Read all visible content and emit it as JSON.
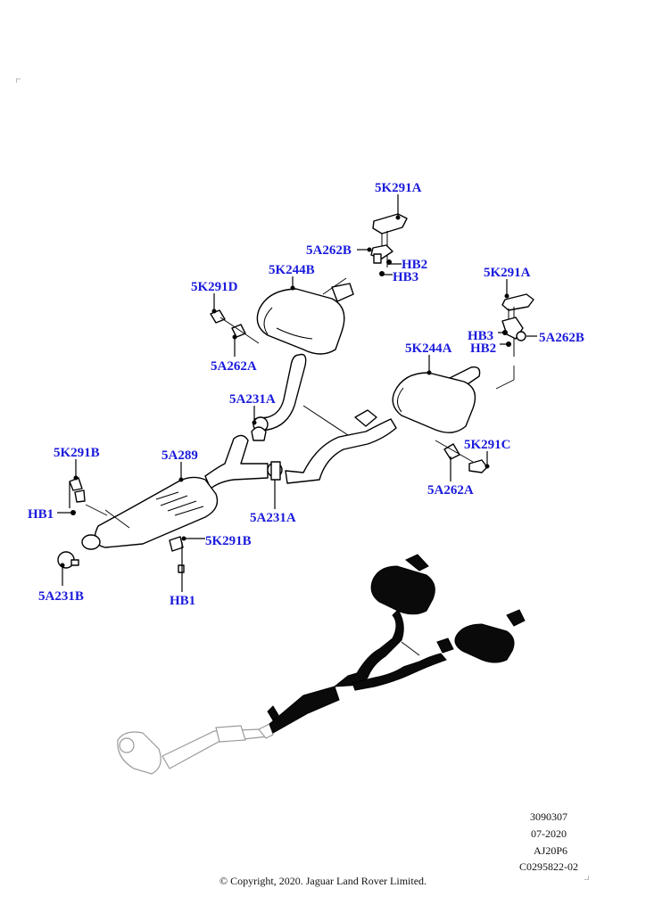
{
  "diagram": {
    "title": "Exhaust System",
    "callouts": [
      {
        "id": "c1",
        "label": "5K291A"
      },
      {
        "id": "c2",
        "label": "5A262B"
      },
      {
        "id": "c3",
        "label": "HB2"
      },
      {
        "id": "c4",
        "label": "HB3"
      },
      {
        "id": "c5",
        "label": "5K244B"
      },
      {
        "id": "c6",
        "label": "5K291D"
      },
      {
        "id": "c7",
        "label": "5A262A"
      },
      {
        "id": "c8",
        "label": "5K291A"
      },
      {
        "id": "c9",
        "label": "HB3"
      },
      {
        "id": "c10",
        "label": "HB2"
      },
      {
        "id": "c11",
        "label": "5A262B"
      },
      {
        "id": "c12",
        "label": "5K244A"
      },
      {
        "id": "c13",
        "label": "5A231A"
      },
      {
        "id": "c14",
        "label": "5K291C"
      },
      {
        "id": "c15",
        "label": "5A262A"
      },
      {
        "id": "c16",
        "label": "5K291B"
      },
      {
        "id": "c17",
        "label": "5A289"
      },
      {
        "id": "c18",
        "label": "5A231A"
      },
      {
        "id": "c19",
        "label": "HB1"
      },
      {
        "id": "c20",
        "label": "5K291B"
      },
      {
        "id": "c21",
        "label": "5A231B"
      },
      {
        "id": "c22",
        "label": "HB1"
      }
    ],
    "colors": {
      "callout": "#1a1adc",
      "line": "#000000",
      "ghost": "#9a9a9a"
    }
  },
  "footer": {
    "illustration_number": "3090307",
    "date": "07-2020",
    "model_code": "AJ20P6",
    "catalogue_ref": "C0295822-02",
    "copyright": "© Copyright, 2020. Jaguar Land Rover Limited."
  }
}
